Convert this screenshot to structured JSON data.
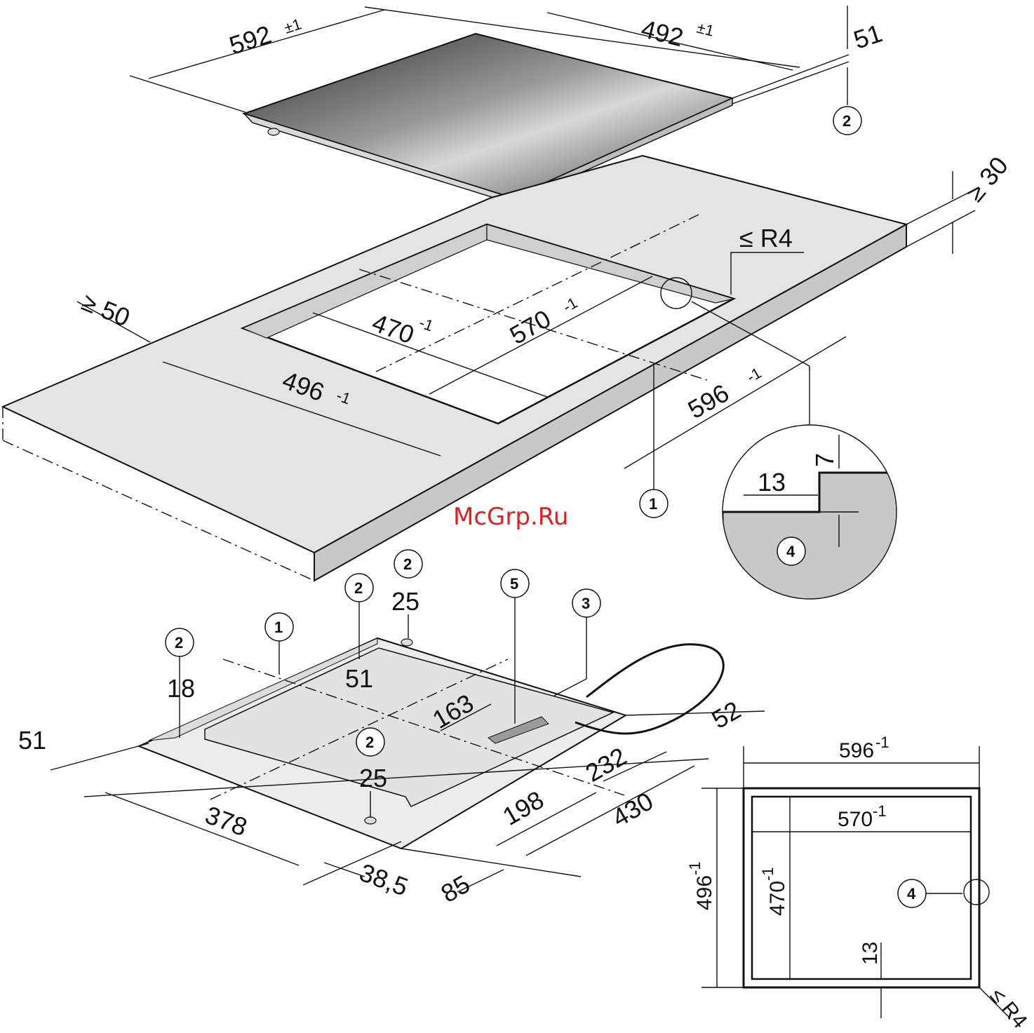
{
  "diagram": {
    "hob_top": {
      "width": {
        "value": "592",
        "tol": "±1"
      },
      "depth": {
        "value": "492",
        "tol": "±1"
      },
      "height": "51",
      "callout": "2"
    },
    "countertop": {
      "thickness": "≥ 30",
      "min_edge": "≥ 50",
      "radius": "≤ R4",
      "cutout_inner_depth": {
        "value": "470",
        "tol": "-1"
      },
      "cutout_inner_width": {
        "value": "570",
        "tol": "-1"
      },
      "cutout_outer_depth": {
        "value": "496",
        "tol": "-1"
      },
      "cutout_outer_width": {
        "value": "596",
        "tol": "-1"
      },
      "callout": "1"
    },
    "detail": {
      "step_width": "13",
      "step_height": "7",
      "callout": "4"
    },
    "underside": {
      "callouts": [
        "2",
        "2",
        "1",
        "5",
        "3",
        "2"
      ],
      "foot_heights": [
        "25",
        "51",
        "18",
        "25"
      ],
      "dims": [
        "163",
        "52",
        "51",
        "232",
        "198",
        "430",
        "378",
        "38,5",
        "85"
      ]
    },
    "plan_view": {
      "outer_width": {
        "value": "596",
        "tol": "-1"
      },
      "inner_width": {
        "value": "570",
        "tol": "-1"
      },
      "outer_depth": {
        "value": "496",
        "tol": "-1"
      },
      "inner_depth": {
        "value": "470",
        "tol": "-1"
      },
      "step": "13",
      "radius": "≤ R4",
      "callout": "4"
    },
    "watermark": "McGrp.Ru"
  }
}
